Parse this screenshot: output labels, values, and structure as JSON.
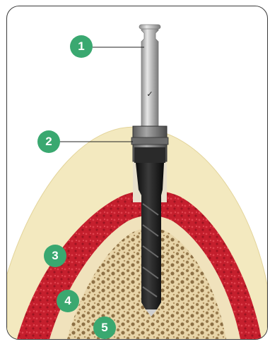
{
  "labels": [
    {
      "id": "1",
      "text": "1",
      "part": "drill-shank"
    },
    {
      "id": "2",
      "text": "2",
      "part": "drill-collar"
    },
    {
      "id": "3",
      "text": "3",
      "part": "soft-tissue-gingiva"
    },
    {
      "id": "4",
      "text": "4",
      "part": "cortical-bone"
    },
    {
      "id": "5",
      "text": "5",
      "part": "cancellous-bone"
    }
  ],
  "shank_mark": "✓",
  "colors": {
    "badge": "#3aa870",
    "gingiva": "#f3e9bf",
    "cortical": "#c8202f",
    "cancellous": "#e8d8b0",
    "drill_metal": "#c9c9c9",
    "drill_black": "#1f1f1f"
  }
}
